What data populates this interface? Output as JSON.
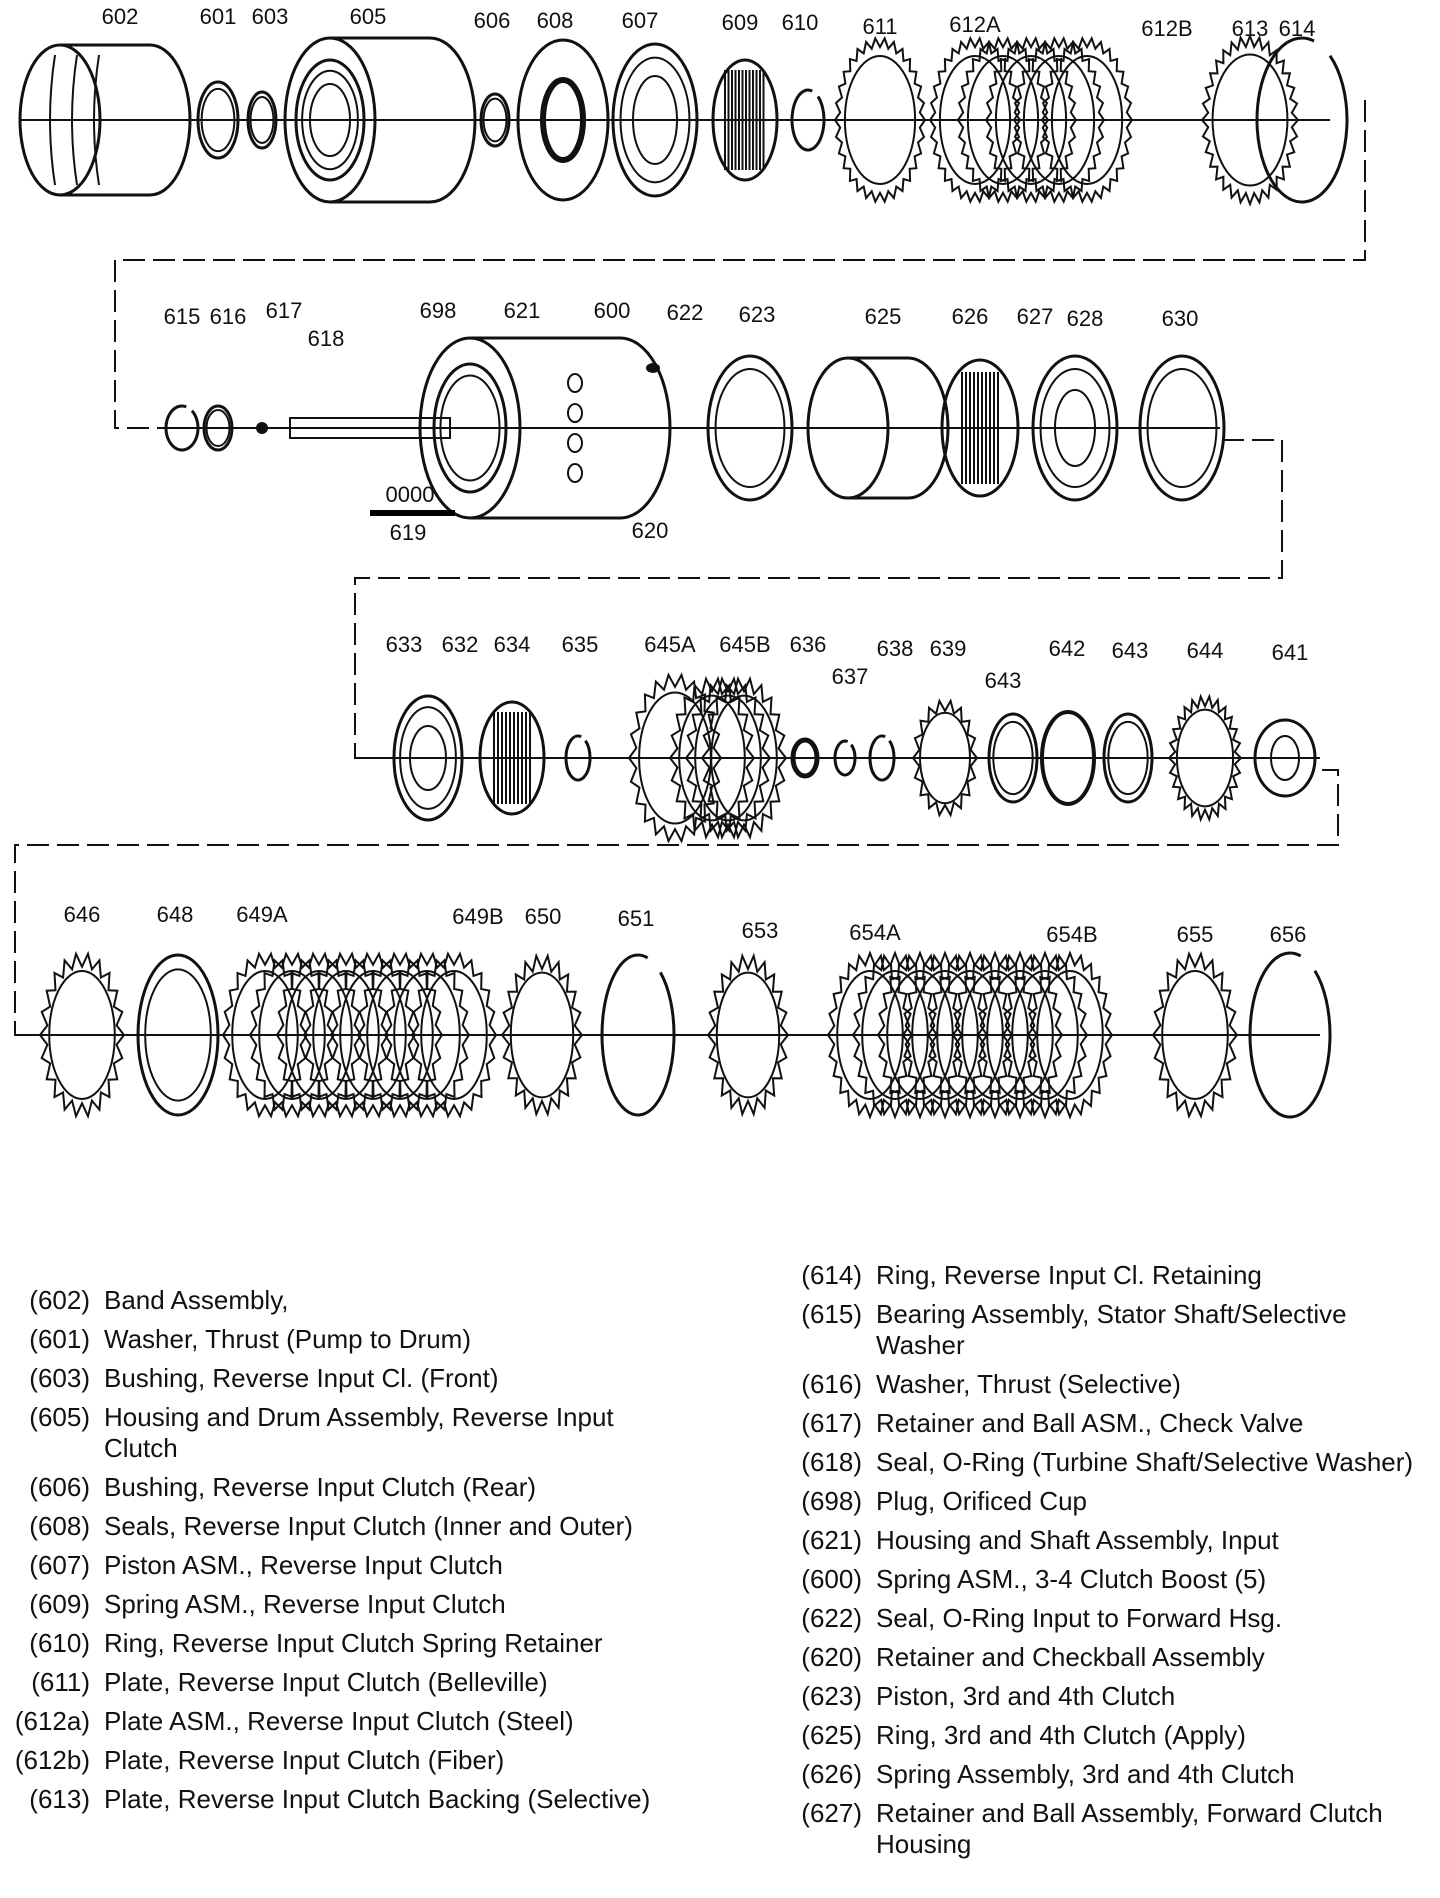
{
  "diagram": {
    "callouts": {
      "r1": [
        "602",
        "601",
        "603",
        "605",
        "606",
        "608",
        "607",
        "609",
        "610",
        "611",
        "612A",
        "612B",
        "613",
        "614"
      ],
      "r2": [
        "615",
        "616",
        "617",
        "618",
        "698",
        "621",
        "600",
        "622",
        "623",
        "625",
        "626",
        "627",
        "628",
        "630",
        "0000",
        "619",
        "620"
      ],
      "r3": [
        "633",
        "632",
        "634",
        "635",
        "645A",
        "645B",
        "636",
        "637",
        "638",
        "639",
        "643",
        "642",
        "643",
        "644",
        "641"
      ],
      "r4": [
        "646",
        "648",
        "649A",
        "649B",
        "650",
        "651",
        "653",
        "654A",
        "654B",
        "655",
        "656"
      ]
    }
  },
  "legend": {
    "left": [
      {
        "num": "(602)",
        "desc": "Band Assembly,"
      },
      {
        "num": "(601)",
        "desc": "Washer, Thrust (Pump to Drum)"
      },
      {
        "num": "(603)",
        "desc": "Bushing, Reverse Input Cl. (Front)"
      },
      {
        "num": "(605)",
        "desc": "Housing and Drum Assembly, Reverse Input Clutch"
      },
      {
        "num": "(606)",
        "desc": "Bushing, Reverse Input Clutch (Rear)"
      },
      {
        "num": "(608)",
        "desc": "Seals, Reverse Input Clutch (Inner and Outer)"
      },
      {
        "num": "(607)",
        "desc": "Piston ASM., Reverse Input Clutch"
      },
      {
        "num": "(609)",
        "desc": "Spring ASM., Reverse Input Clutch"
      },
      {
        "num": "(610)",
        "desc": "Ring, Reverse Input Clutch Spring Retainer"
      },
      {
        "num": "(611)",
        "desc": "Plate, Reverse Input Clutch (Belleville)"
      },
      {
        "num": "(612a)",
        "desc": "Plate ASM., Reverse Input Clutch (Steel)"
      },
      {
        "num": "(612b)",
        "desc": "Plate, Reverse Input Clutch (Fiber)"
      },
      {
        "num": "(613)",
        "desc": "Plate, Reverse Input Clutch Backing (Selective)"
      }
    ],
    "right": [
      {
        "num": "(614)",
        "desc": "Ring, Reverse Input Cl. Retaining"
      },
      {
        "num": "(615)",
        "desc": "Bearing Assembly, Stator Shaft/Selective Washer"
      },
      {
        "num": "(616)",
        "desc": "Washer, Thrust (Selective)"
      },
      {
        "num": "(617)",
        "desc": "Retainer and Ball ASM., Check Valve"
      },
      {
        "num": "(618)",
        "desc": "Seal, O-Ring (Turbine Shaft/Selective Washer)"
      },
      {
        "num": "(698)",
        "desc": "Plug, Orificed Cup"
      },
      {
        "num": "(621)",
        "desc": "Housing and Shaft Assembly, Input"
      },
      {
        "num": "(600)",
        "desc": "Spring ASM., 3-4 Clutch Boost (5)"
      },
      {
        "num": "(622)",
        "desc": "Seal, O-Ring Input to Forward Hsg."
      },
      {
        "num": "(620)",
        "desc": "Retainer and Checkball Assembly"
      },
      {
        "num": "(623)",
        "desc": "Piston, 3rd and 4th Clutch"
      },
      {
        "num": "(625)",
        "desc": "Ring, 3rd and 4th Clutch (Apply)"
      },
      {
        "num": "(626)",
        "desc": "Spring Assembly, 3rd and 4th Clutch"
      },
      {
        "num": "(627)",
        "desc": "Retainer and Ball Assembly, Forward Clutch Housing"
      }
    ]
  }
}
